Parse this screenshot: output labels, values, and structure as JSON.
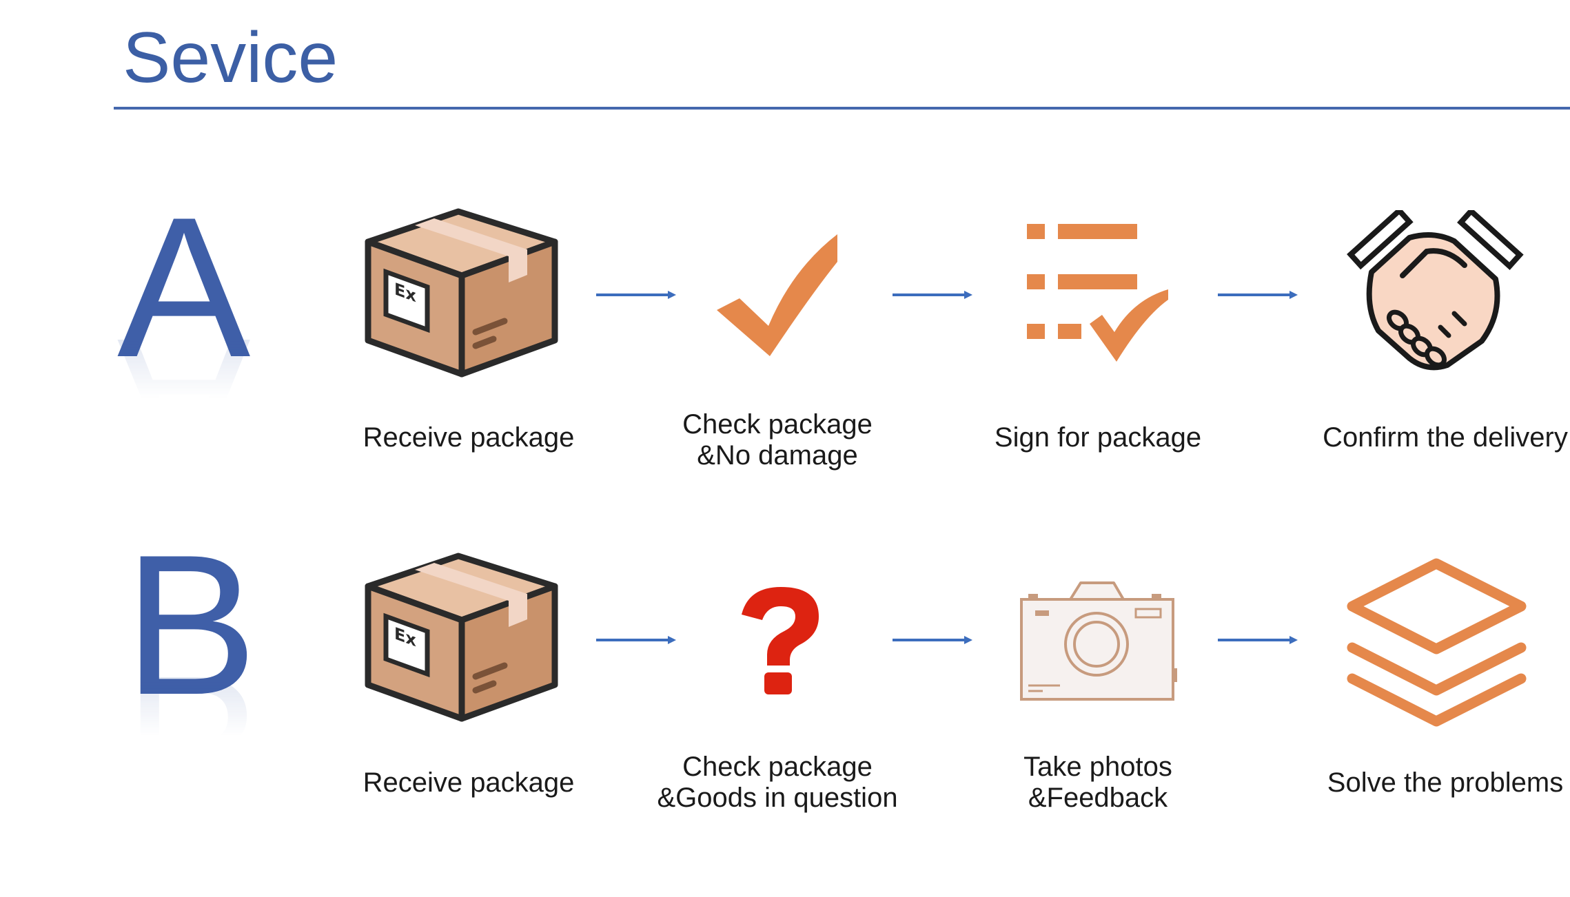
{
  "title": "Sevice",
  "rows": [
    {
      "letter": "A",
      "steps": [
        {
          "label": "Receive package",
          "icon": "package-box-icon"
        },
        {
          "label": "Check package\n&No damage",
          "icon": "checkmark-icon"
        },
        {
          "label": "Sign for package",
          "icon": "checklist-icon"
        },
        {
          "label": "Confirm the delivery",
          "icon": "handshake-icon"
        }
      ]
    },
    {
      "letter": "B",
      "steps": [
        {
          "label": "Receive package",
          "icon": "package-box-icon"
        },
        {
          "label": "Check package\n&Goods in question",
          "icon": "question-mark-icon"
        },
        {
          "label": "Take photos\n&Feedback",
          "icon": "camera-icon"
        },
        {
          "label": "Solve the problems",
          "icon": "layers-icon"
        }
      ]
    }
  ],
  "colors": {
    "accent": "#3c5fa5",
    "orange": "#e5884b",
    "red": "#dd2311",
    "box": "#d3a27f"
  }
}
